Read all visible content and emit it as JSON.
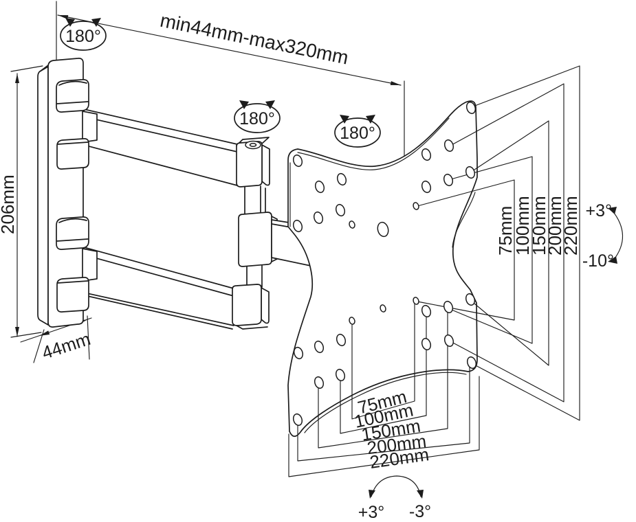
{
  "diagram": {
    "extension_range": "min44mm-max320mm",
    "rotation_wall": "180°",
    "rotation_elbow": "180°",
    "rotation_plate": "180°",
    "plate_height": "206mm",
    "plate_depth": "44mm",
    "vesa_vertical": {
      "75": "75mm",
      "100": "100mm",
      "150": "150mm",
      "200": "200mm",
      "220": "220mm"
    },
    "vesa_horizontal": {
      "75": "75mm",
      "100": "100mm",
      "150": "150mm",
      "200": "200mm",
      "220": "220mm"
    },
    "tilt_up": "+3°",
    "tilt_down": "-10°",
    "swing_left": "+3°",
    "swing_right": "-3°"
  }
}
